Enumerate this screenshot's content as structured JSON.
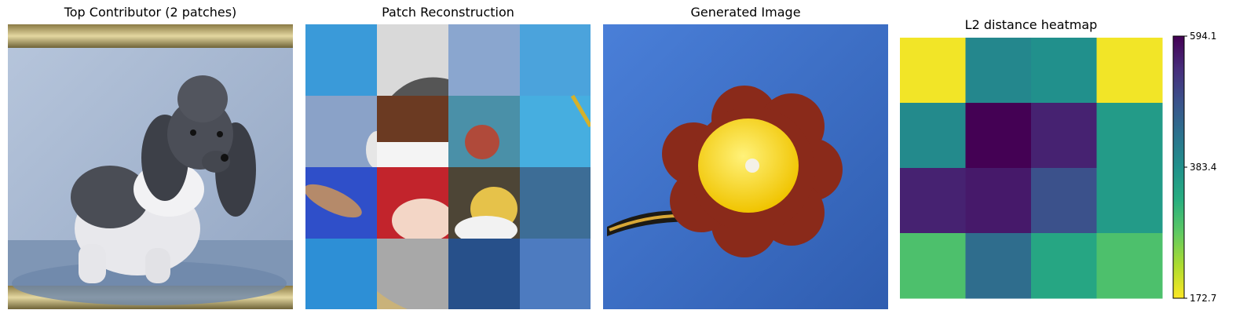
{
  "panels": {
    "top_contributor": {
      "title": "Top Contributor (2 patches)"
    },
    "patch_reconstruction": {
      "title": "Patch Reconstruction"
    },
    "generated_image": {
      "title": "Generated Image"
    }
  },
  "chart_data": {
    "type": "heatmap",
    "title": "L2 distance heatmap",
    "rows": 4,
    "cols": 4,
    "values": [
      [
        180,
        400,
        385,
        180
      ],
      [
        395,
        594,
        555,
        365
      ],
      [
        555,
        565,
        490,
        365
      ],
      [
        295,
        445,
        345,
        295
      ]
    ],
    "colorbar": {
      "colormap": "viridis_r",
      "min": 172.7,
      "max": 594.1,
      "tick_labels": [
        "594.1",
        "383.4",
        "172.7"
      ],
      "tick_values": [
        594.1,
        383.4,
        172.7
      ]
    },
    "grid": false
  }
}
